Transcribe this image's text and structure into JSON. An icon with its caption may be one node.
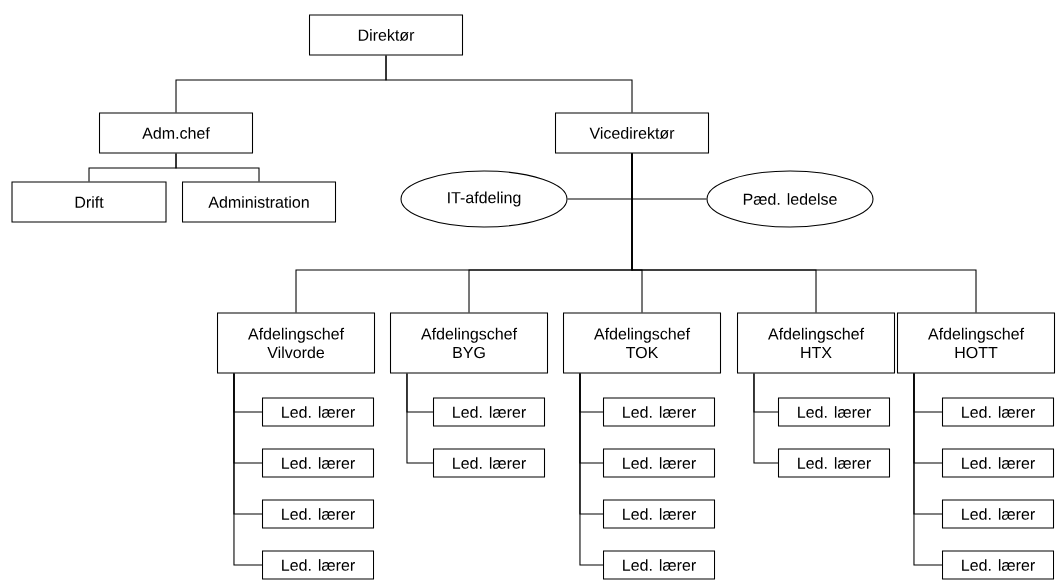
{
  "diagram": {
    "nodes": [
      {
        "text": [
          "Direktør"
        ]
      },
      {
        "text": [
          "Adm.chef"
        ]
      },
      {
        "text": [
          "Vicedirektør"
        ]
      },
      {
        "text": [
          "Drift"
        ]
      },
      {
        "text": [
          "Administration"
        ]
      },
      {
        "text": [
          "IT-afdeling"
        ]
      },
      {
        "text": [
          "Pæd. ledelse"
        ]
      },
      {
        "text": [
          "Afdelingschef Vilvorde"
        ]
      },
      {
        "text": [
          "Afdelingschef BYG"
        ]
      },
      {
        "text": [
          "Afdelingschef TOK"
        ]
      },
      {
        "text": [
          "Afdelingschef HTX"
        ]
      },
      {
        "text": [
          "Afdelingschef HOTT"
        ]
      },
      {
        "text": [
          "Led. lærer"
        ]
      },
      {
        "text": [
          "Led. lærer"
        ]
      },
      {
        "text": [
          "Led. lærer"
        ]
      },
      {
        "text": [
          "Led. lærer"
        ]
      },
      {
        "text": [
          "Led. lærer"
        ]
      },
      {
        "text": [
          "Led. lærer"
        ]
      },
      {
        "text": [
          "Led. lærer"
        ]
      },
      {
        "text": [
          "Led. lærer"
        ]
      },
      {
        "text": [
          "Led. lærer"
        ]
      },
      {
        "text": [
          "Led. lærer"
        ]
      },
      {
        "text": [
          "Led. lærer"
        ]
      },
      {
        "text": [
          "Led. lærer"
        ]
      },
      {
        "text": [
          "Led. lærer"
        ]
      },
      {
        "text": [
          "Led. lærer"
        ]
      },
      {
        "text": [
          "Led. lærer"
        ]
      },
      {
        "text": [
          "Led. lærer"
        ]
      }
    ],
    "edges": [
      {
        "from": 0,
        "to": 1,
        "arrow": "none"
      },
      {
        "from": 0,
        "to": 2,
        "arrow": "none"
      },
      {
        "from": 1,
        "to": 3,
        "arrow": "none"
      },
      {
        "from": 1,
        "to": 4,
        "arrow": "none"
      },
      {
        "from": 2,
        "to": 5,
        "arrow": "none"
      },
      {
        "from": 2,
        "to": 6,
        "arrow": "none"
      },
      {
        "from": 2,
        "to": 7,
        "arrow": "none"
      },
      {
        "from": 2,
        "to": 8,
        "arrow": "none"
      },
      {
        "from": 2,
        "to": 9,
        "arrow": "none"
      },
      {
        "from": 2,
        "to": 10,
        "arrow": "none"
      },
      {
        "from": 2,
        "to": 11,
        "arrow": "none"
      },
      {
        "from": 7,
        "to": 12,
        "arrow": "none"
      },
      {
        "from": 7,
        "to": 13,
        "arrow": "none"
      },
      {
        "from": 7,
        "to": 14,
        "arrow": "none"
      },
      {
        "from": 7,
        "to": 15,
        "arrow": "none"
      },
      {
        "from": 8,
        "to": 16,
        "arrow": "none"
      },
      {
        "from": 8,
        "to": 17,
        "arrow": "none"
      },
      {
        "from": 9,
        "to": 18,
        "arrow": "none"
      },
      {
        "from": 9,
        "to": 19,
        "arrow": "none"
      },
      {
        "from": 9,
        "to": 20,
        "arrow": "none"
      },
      {
        "from": 9,
        "to": 21,
        "arrow": "none"
      },
      {
        "from": 10,
        "to": 22,
        "arrow": "none"
      },
      {
        "from": 10,
        "to": 23,
        "arrow": "none"
      },
      {
        "from": 11,
        "to": 24,
        "arrow": "none"
      },
      {
        "from": 11,
        "to": 25,
        "arrow": "none"
      },
      {
        "from": 11,
        "to": 26,
        "arrow": "none"
      },
      {
        "from": 11,
        "to": 27,
        "arrow": "none"
      }
    ]
  }
}
